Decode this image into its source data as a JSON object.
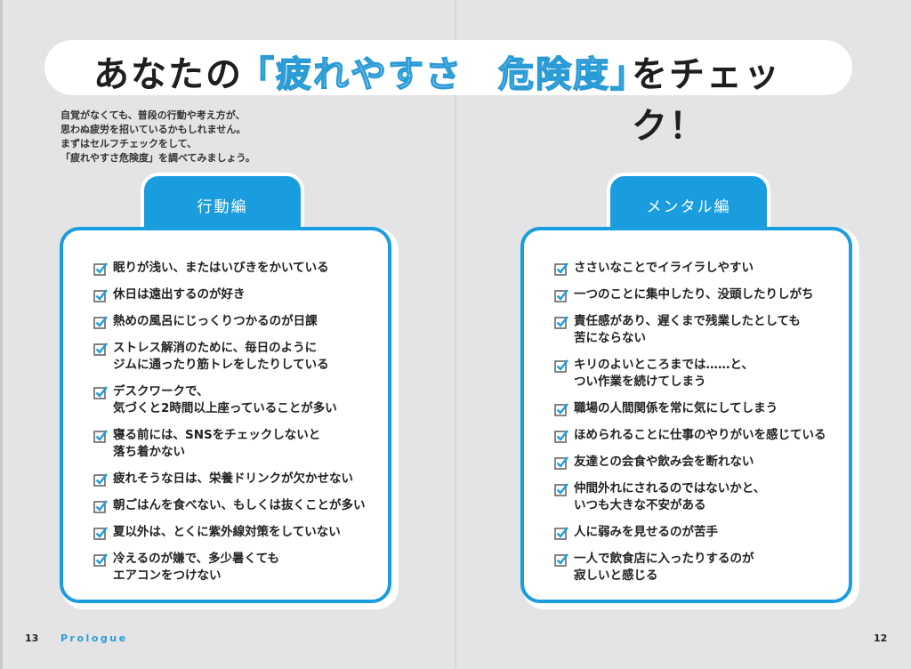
{
  "title": {
    "part1": "あなたの",
    "part2": "「疲れやすさ",
    "part3": "危険度」",
    "part4": "をチェック！"
  },
  "intro": [
    "自覚がなくても、普段の行動や考え方が、",
    "思わぬ疲労を招いているかもしれません。",
    "まずはセルフチェックをして、",
    "「疲れやすさ危険度」を調べてみましょう。"
  ],
  "behavior": {
    "tab": "行動編",
    "items": [
      "眠りが浅い、またはいびきをかいている",
      "休日は遠出するのが好き",
      "熱めの風呂にじっくりつかるのが日課",
      "ストレス解消のために、毎日のように\nジムに通ったり筋トレをしたりしている",
      "デスクワークで、\n気づくと2時間以上座っていることが多い",
      "寝る前には、SNSをチェックしないと\n落ち着かない",
      "疲れそうな日は、栄養ドリンクが欠かせない",
      "朝ごはんを食べない、もしくは抜くことが多い",
      "夏以外は、とくに紫外線対策をしていない",
      "冷えるのが嫌で、多少暑くても\nエアコンをつけない"
    ]
  },
  "mental": {
    "tab": "メンタル編",
    "items": [
      "ささいなことでイライラしやすい",
      "一つのことに集中したり、没頭したりしがち",
      "責任感があり、遅くまで残業したとしても\n苦にならない",
      "キリのよいところまでは……と、\nつい作業を続けてしまう",
      "職場の人間関係を常に気にしてしまう",
      "ほめられることに仕事のやりがいを感じている",
      "友達との会食や飲み会を断れない",
      "仲間外れにされるのではないかと、\nいつも大きな不安がある",
      "人に弱みを見せるのが苦手",
      "一人で飲食店に入ったりするのが\n寂しいと感じる"
    ]
  },
  "footer": {
    "left_page": "13",
    "section": "Prologue",
    "right_page": "12"
  },
  "colors": {
    "accent": "#1a9ddf",
    "background": "#e4e4e6"
  }
}
